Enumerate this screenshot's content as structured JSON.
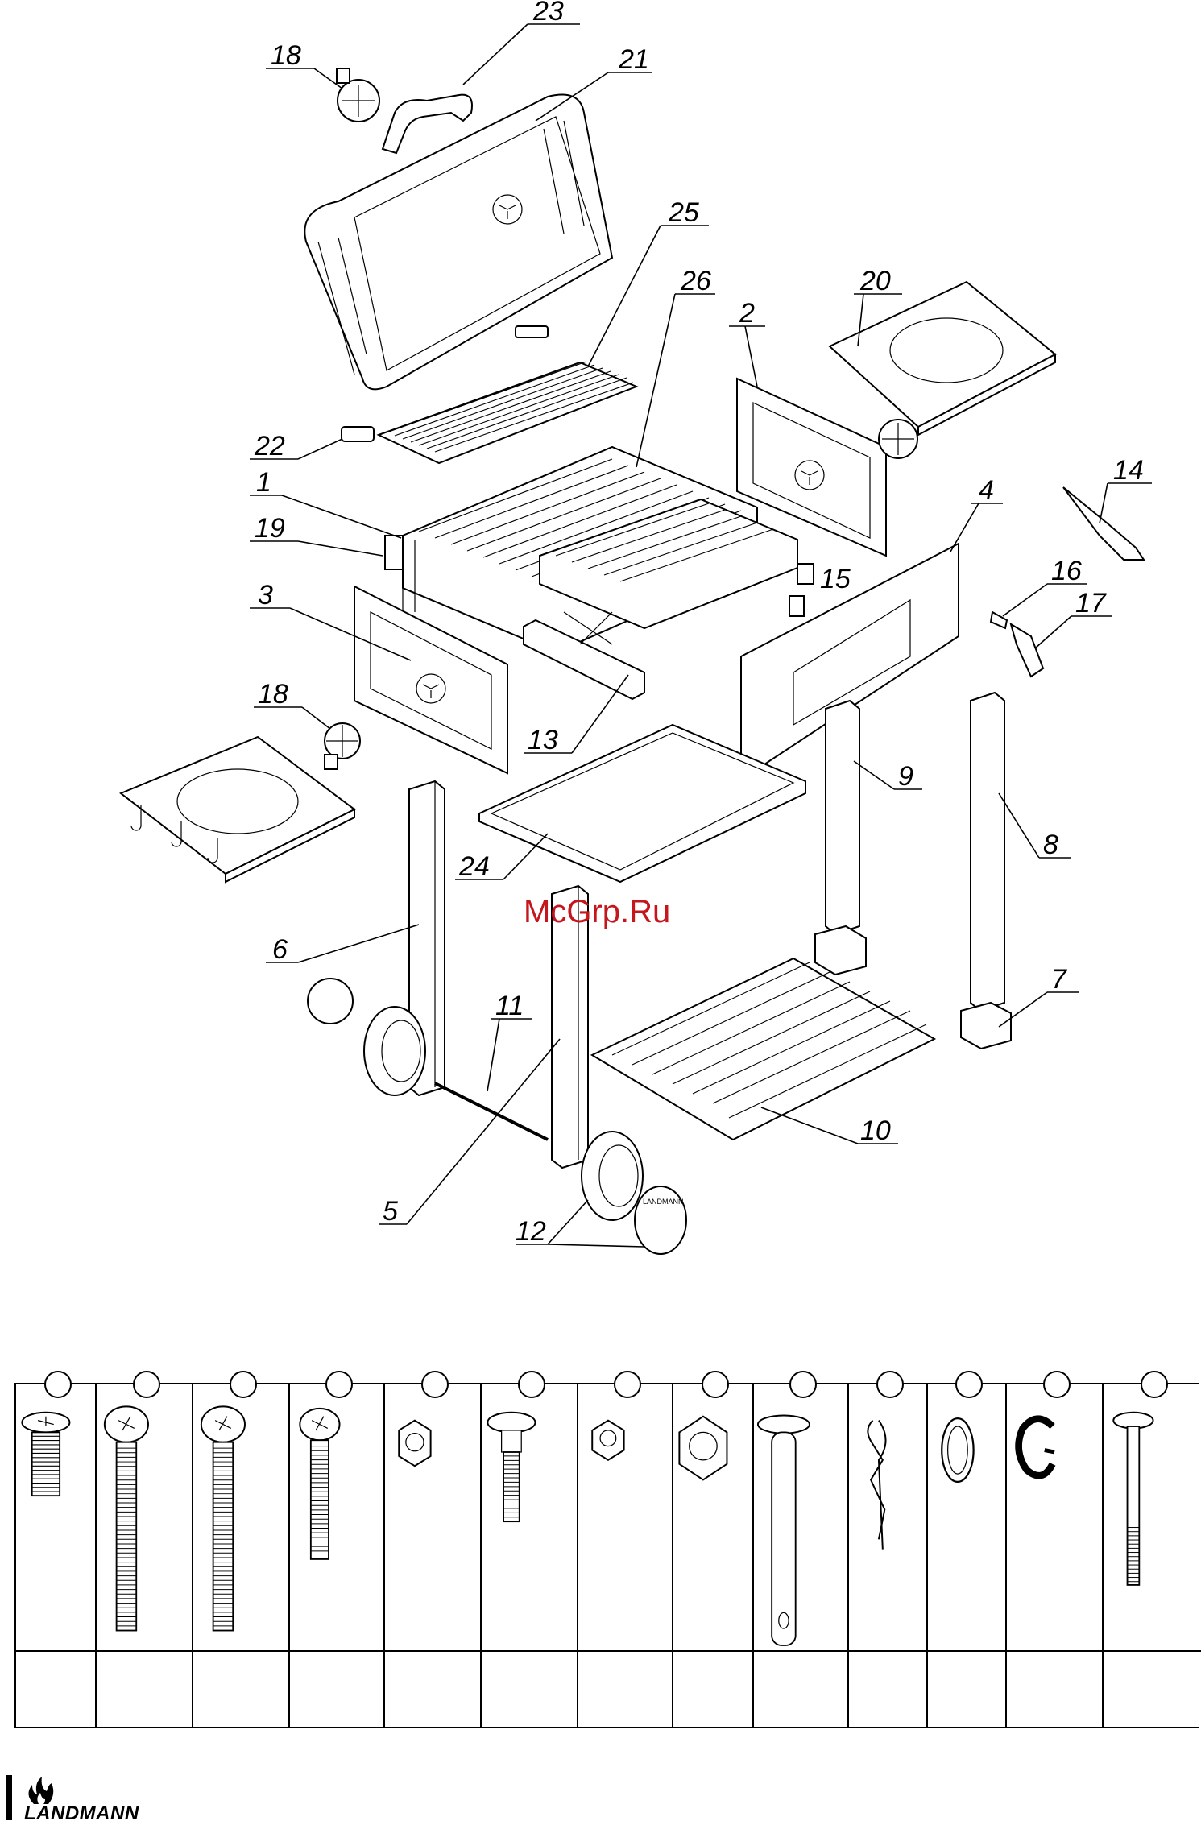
{
  "diagram": {
    "watermark": "McGrp.Ru",
    "callouts": [
      "23",
      "18",
      "21",
      "25",
      "26",
      "2",
      "20",
      "22",
      "1",
      "19",
      "3",
      "14",
      "4",
      "16",
      "17",
      "15",
      "18",
      "13",
      "9",
      "8",
      "24",
      "6",
      "7",
      "11",
      "10",
      "5",
      "12"
    ]
  },
  "wheel_cap_text": "LANDMANN",
  "hardware": [
    {
      "icon": "pan-head-screw-short-icon",
      "count": ""
    },
    {
      "icon": "round-head-bolt-long-icon",
      "count": ""
    },
    {
      "icon": "round-head-bolt-long-icon",
      "count": ""
    },
    {
      "icon": "round-head-bolt-medium-icon",
      "count": ""
    },
    {
      "icon": "lock-nut-icon",
      "count": ""
    },
    {
      "icon": "carriage-bolt-icon",
      "count": ""
    },
    {
      "icon": "hex-nut-icon",
      "count": ""
    },
    {
      "icon": "large-lock-nut-icon",
      "count": ""
    },
    {
      "icon": "clevis-pin-icon",
      "count": ""
    },
    {
      "icon": "r-clip-icon",
      "count": ""
    },
    {
      "icon": "flat-washer-icon",
      "count": ""
    },
    {
      "icon": "spring-washer-icon",
      "count": ""
    },
    {
      "icon": "long-bolt-icon",
      "count": ""
    }
  ],
  "brand": {
    "name": "LANDMANN"
  }
}
